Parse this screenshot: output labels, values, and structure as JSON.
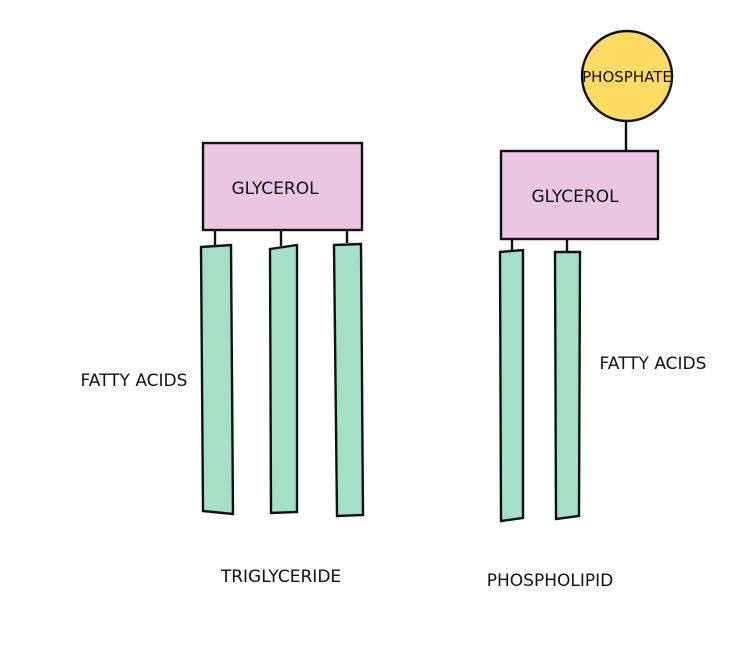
{
  "triglyceride": {
    "head_label": "GLYCEROL",
    "tail_label": "FATTY ACIDS",
    "caption": "TRIGLYCERIDE",
    "fatty_acid_count": 3
  },
  "phospholipid": {
    "top_label": "PHOSPHATE",
    "head_label": "GLYCEROL",
    "tail_label": "FATTY ACIDS",
    "caption": "PHOSPHOLIPID",
    "fatty_acid_count": 2
  },
  "colors": {
    "glycerol": "#ebc6e4",
    "fatty_acid": "#a3e0c7",
    "phosphate": "#fddb63",
    "outline": "#111111"
  }
}
